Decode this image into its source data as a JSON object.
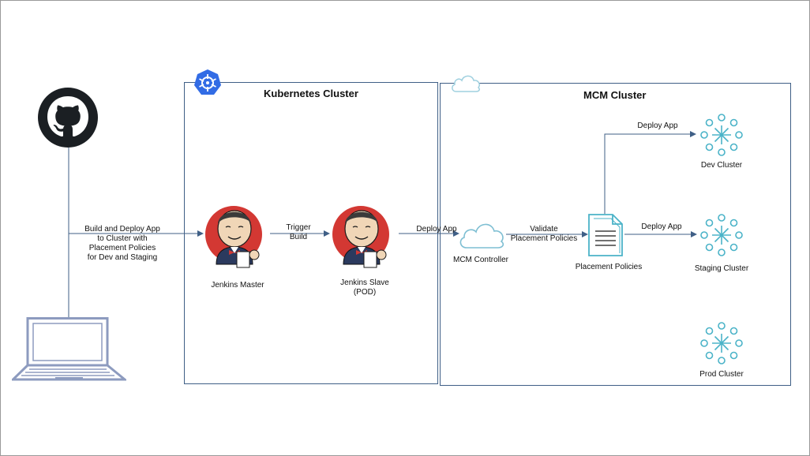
{
  "kubernetes_cluster": {
    "title": "Kubernetes Cluster"
  },
  "mcm_cluster": {
    "title": "MCM Cluster"
  },
  "edges": {
    "build_deploy": [
      "Build and Deploy  App",
      "to Cluster with",
      "Placement Policies",
      "for Dev and Staging"
    ],
    "trigger_build": [
      "Trigger",
      "Build"
    ],
    "deploy_app_main": "Deploy App",
    "validate": [
      "Validate",
      "Placement Policies"
    ],
    "deploy_app_dev": "Deploy App",
    "deploy_app_staging": "Deploy App"
  },
  "nodes": {
    "jenkins_master": "Jenkins Master",
    "jenkins_slave": [
      "Jenkins Slave",
      "(POD)"
    ],
    "mcm_controller": "MCM Controller",
    "placement_policies": "Placement Policies",
    "dev_cluster": "Dev Cluster",
    "staging_cluster": "Staging Cluster",
    "prod_cluster": "Prod Cluster"
  },
  "colors": {
    "line": "#3f5f86",
    "cluster_icon": "#4bb3c8",
    "github": "#1b1f23",
    "laptop": "#8d9bbf",
    "k8s": "#326ce5",
    "jenkins_red": "#d33833"
  },
  "icons": [
    "github-icon",
    "laptop-icon",
    "kubernetes-icon",
    "cloud-icon",
    "jenkins-icon",
    "document-icon",
    "cluster-icon"
  ]
}
